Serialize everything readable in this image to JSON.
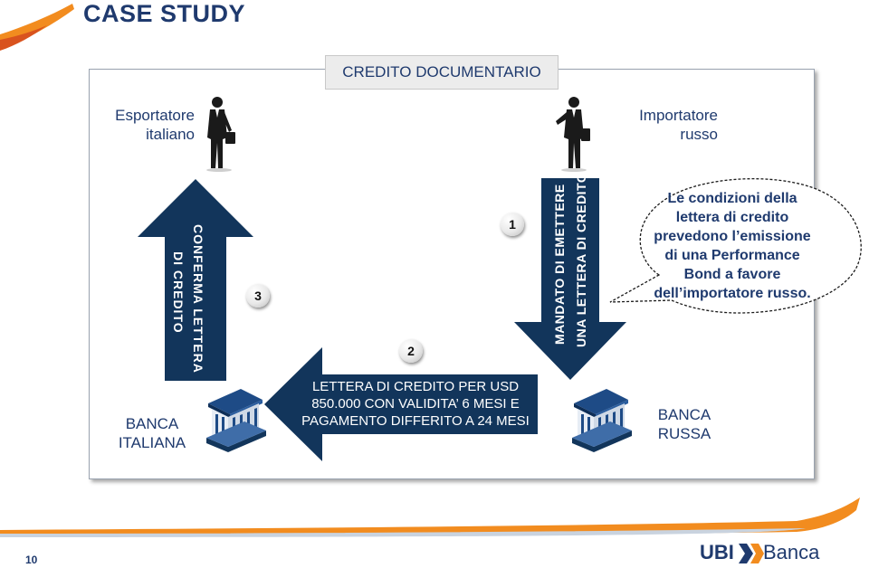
{
  "header": {
    "title": "CASE STUDY"
  },
  "diagram": {
    "title": "CREDITO DOCUMENTARIO",
    "exporter": {
      "line1": "Esportatore",
      "line2": "italiano"
    },
    "importer": {
      "line1": "Importatore",
      "line2": "russo"
    },
    "bank_italian": {
      "line1": "BANCA",
      "line2": "ITALIANA"
    },
    "bank_russian": {
      "line1": "BANCA",
      "line2": "RUSSA"
    },
    "arrow_up": {
      "line1": "CONFERMA  LETTERA",
      "line2": "DI CREDITO"
    },
    "arrow_down": {
      "line1": "MANDATO DI EMETTERE",
      "line2": "UNA LETTERA DI CREDITO"
    },
    "arrow_left": {
      "line1": "LETTERA DI CREDITO PER USD",
      "line2": "850.000 CON VALIDITA’ 6 MESI E",
      "line3": "PAGAMENTO DIFFERITO A 24 MESI"
    },
    "steps": {
      "one": "1",
      "two": "2",
      "three": "3"
    },
    "bubble": {
      "line1": "Le condizioni della",
      "line2": "lettera di credito",
      "line3": "prevedono l’emissione",
      "line4": "di una Performance",
      "line5": "Bond a favore",
      "line6": "dell’importatore russo."
    }
  },
  "footer": {
    "page_number": "10",
    "logo_ubi": "UBI",
    "logo_banca": "Banca"
  },
  "colors": {
    "navy": "#12355b",
    "orange": "#f28c1f",
    "text_blue": "#1f3a6e"
  },
  "icons": [
    "businessman-icon",
    "bank-building-icon",
    "ubi-chevron-icon",
    "orange-swoosh-icon"
  ]
}
